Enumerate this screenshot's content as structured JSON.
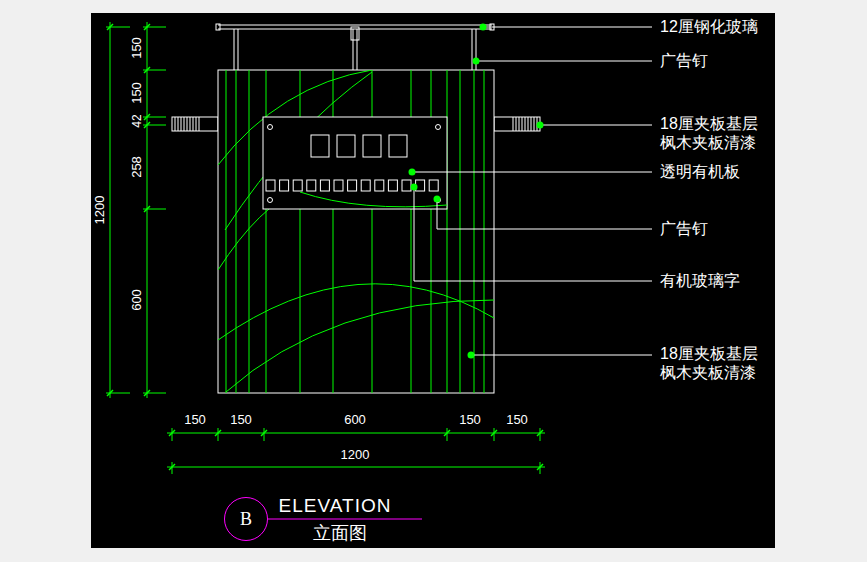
{
  "diagram": {
    "nodes": [
      {
        "text": [
          "B"
        ]
      }
    ],
    "edges": [],
    "labels": [
      "12厘钢化玻璃",
      "广告钉",
      "18厘夹板基层 枫木夹板清漆",
      "透明有机板",
      "广告钉",
      "有机玻璃字",
      "18厘夹板基层 枫木夹板清漆",
      "150",
      "150",
      "42",
      "258",
      "600",
      "1200",
      "150",
      "150",
      "600",
      "150",
      "150",
      "1200",
      "ELEVATION",
      "立面图"
    ]
  }
}
